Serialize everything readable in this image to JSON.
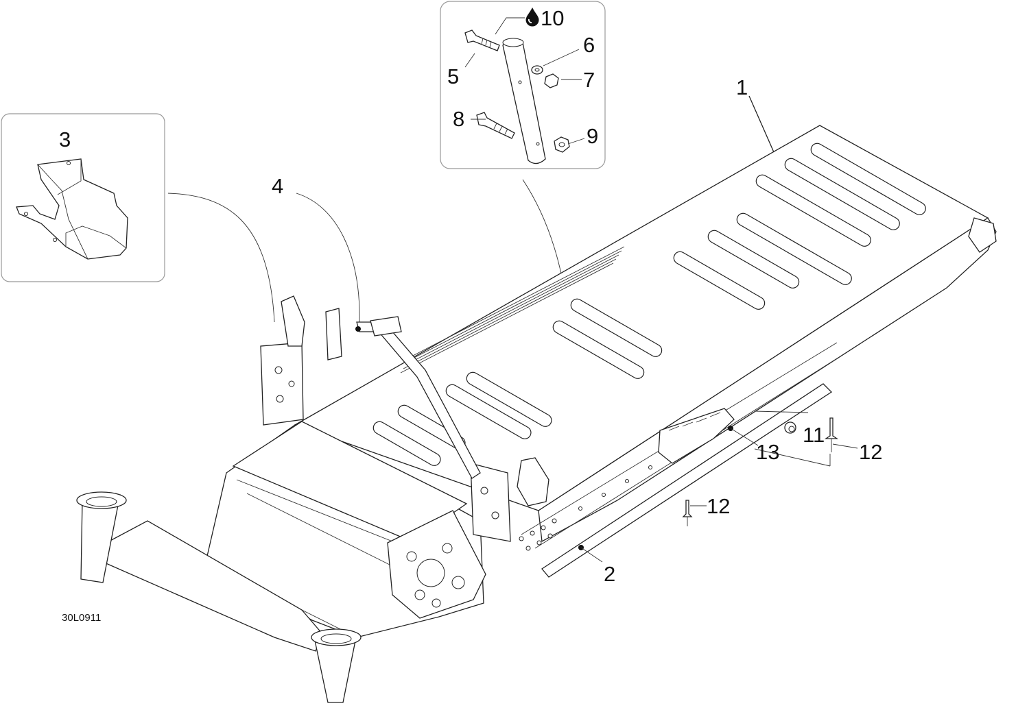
{
  "figure_code": "30L0911",
  "callouts": {
    "c1": "1",
    "c2": "2",
    "c3": "3",
    "c4": "4",
    "c5": "5",
    "c6": "6",
    "c7": "7",
    "c8": "8",
    "c9": "9",
    "c10": "10",
    "c11": "11",
    "c12a": "12",
    "c12b": "12",
    "c13": "13"
  },
  "icons": {
    "oil_drop": "oil-drop-icon"
  }
}
